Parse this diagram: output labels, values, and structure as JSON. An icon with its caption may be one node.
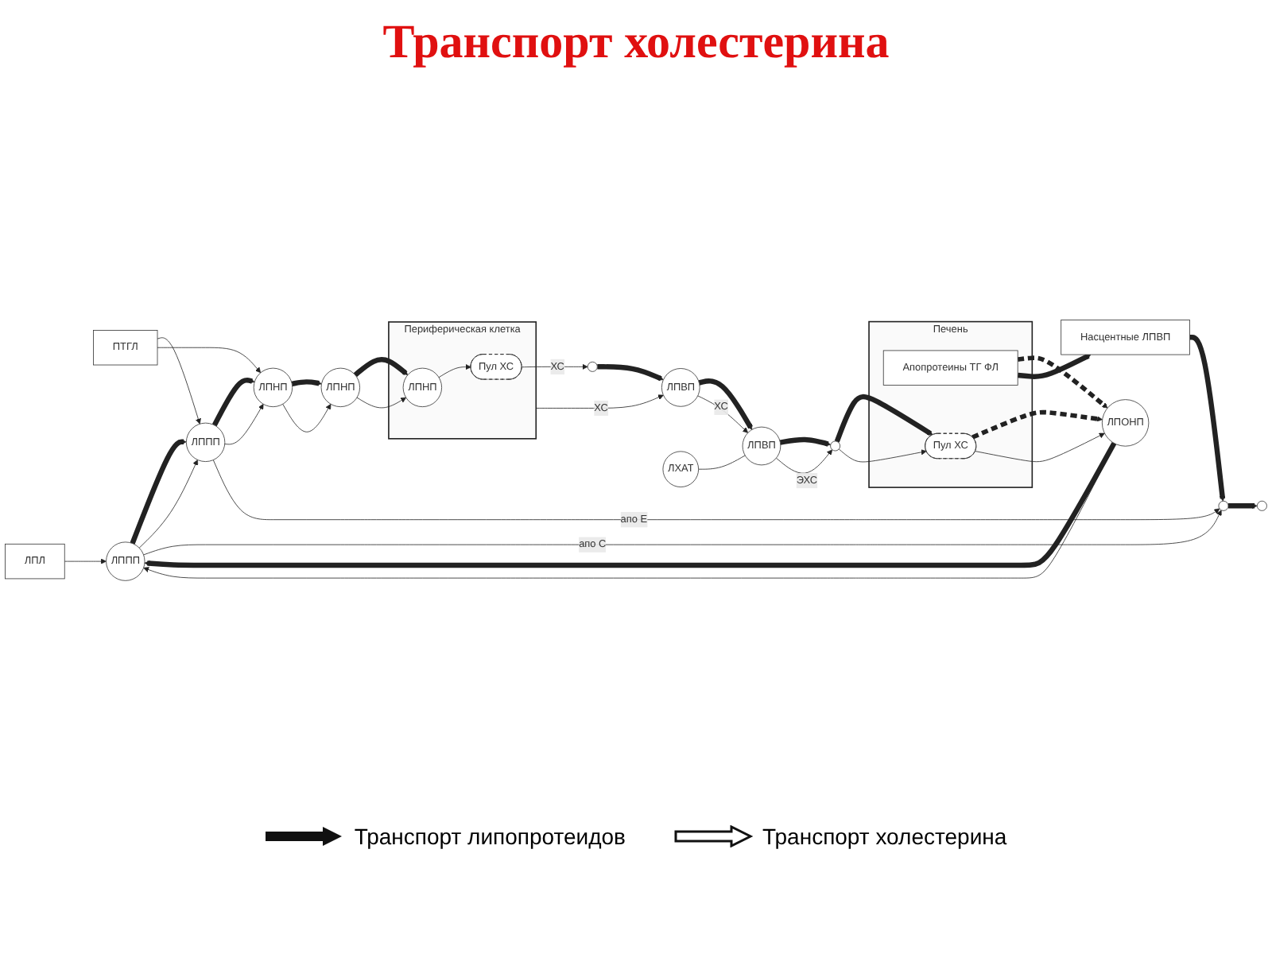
{
  "diagram": {
    "title": "Транспорт холестерина",
    "nodes": [
      {
        "text": [
          "Печень"
        ]
      },
      {
        "text": [
          "Апопротеины ТГ ФЛ"
        ],
        "in": 0
      },
      {
        "text": [
          "Пул ХС"
        ],
        "in": 0
      },
      {
        "text": [
          "ЛПОНП"
        ]
      },
      {
        "text": [
          "ЛППП"
        ]
      },
      {
        "text": [
          "ЛППП"
        ]
      },
      {
        "text": [
          "ЛПНП"
        ]
      },
      {
        "text": [
          "ЛПНП"
        ]
      },
      {
        "text": [
          "Периферическая клетка"
        ]
      },
      {
        "text": [
          "ЛПНП"
        ],
        "in": 8
      },
      {
        "text": [
          "Пул ХС"
        ],
        "in": 8
      },
      {
        "text": [
          "Насцентные ЛПВП"
        ]
      },
      {
        "text": [],
        "shape": "circle"
      },
      {
        "text": [],
        "shape": "circle"
      },
      {
        "text": [],
        "shape": "circle"
      },
      {
        "text": [
          "ЛПВП"
        ]
      },
      {
        "text": [
          "ЛПВП"
        ]
      },
      {
        "text": [
          "ЛХАТ"
        ]
      },
      {
        "text": [],
        "shape": "circle"
      },
      {
        "text": [
          "ЛПЛ"
        ]
      },
      {
        "text": [
          "ПТГЛ"
        ]
      }
    ],
    "edges": [
      {
        "from": 1,
        "to": 3,
        "arrow": "to",
        "style": "dashed"
      },
      {
        "from": 2,
        "to": 3,
        "arrow": "to",
        "style": "dashed"
      },
      {
        "from": 2,
        "to": 3,
        "arrow": "to"
      },
      {
        "from": 3,
        "to": 4,
        "arrow": "to",
        "style": "thick"
      },
      {
        "from": 3,
        "to": 4,
        "arrow": "to"
      },
      {
        "from": 4,
        "to": 5,
        "arrow": "to",
        "style": "thick"
      },
      {
        "from": 4,
        "to": 5,
        "arrow": "to"
      },
      {
        "from": 5,
        "to": 6,
        "arrow": "to",
        "style": "thick"
      },
      {
        "from": 5,
        "to": 6,
        "arrow": "to"
      },
      {
        "from": 6,
        "to": 7,
        "arrow": "to",
        "style": "thick"
      },
      {
        "from": 6,
        "to": 7,
        "arrow": "to"
      },
      {
        "from": 7,
        "to": 9,
        "arrow": "to",
        "style": "thick"
      },
      {
        "from": 7,
        "to": 9,
        "arrow": "to"
      },
      {
        "from": 9,
        "to": 10,
        "arrow": "to"
      },
      {
        "from": 1,
        "to": 11,
        "arrow": "to",
        "style": "thick"
      },
      {
        "from": 11,
        "to": 12,
        "arrow": "to",
        "style": "thick"
      },
      {
        "from": 12,
        "to": 13,
        "arrow": "to",
        "style": "thick"
      },
      {
        "from": 4,
        "to": 12,
        "arrow": "to",
        "label": "апо С"
      },
      {
        "from": 5,
        "to": 12,
        "arrow": "to",
        "label": "апо Е"
      },
      {
        "from": 19,
        "to": 4,
        "arrow": "to"
      },
      {
        "from": 20,
        "to": 5,
        "arrow": "to"
      },
      {
        "from": 20,
        "to": 6,
        "arrow": "to"
      },
      {
        "from": 10,
        "to": 14,
        "arrow": "to",
        "label": "ХС"
      },
      {
        "from": 14,
        "to": 15,
        "arrow": "to",
        "style": "thick"
      },
      {
        "from": 8,
        "to": 15,
        "arrow": "to",
        "label": "ХС"
      },
      {
        "from": 15,
        "to": 16,
        "arrow": "to",
        "style": "thick"
      },
      {
        "from": 15,
        "to": 16,
        "arrow": "to",
        "label": "ХС"
      },
      {
        "from": 17,
        "to": 16,
        "arrow": "none"
      },
      {
        "from": 16,
        "to": 18,
        "arrow": "to",
        "style": "thick"
      },
      {
        "from": 16,
        "to": 18,
        "arrow": "to",
        "label": "ЭХС"
      },
      {
        "from": 18,
        "to": 2,
        "arrow": "to",
        "style": "thick"
      },
      {
        "from": 18,
        "to": 2,
        "arrow": "to"
      }
    ],
    "legend": [
      {
        "text": "Транспорт липопротеидов"
      },
      {
        "text": "Транспорт холестерина"
      }
    ]
  }
}
